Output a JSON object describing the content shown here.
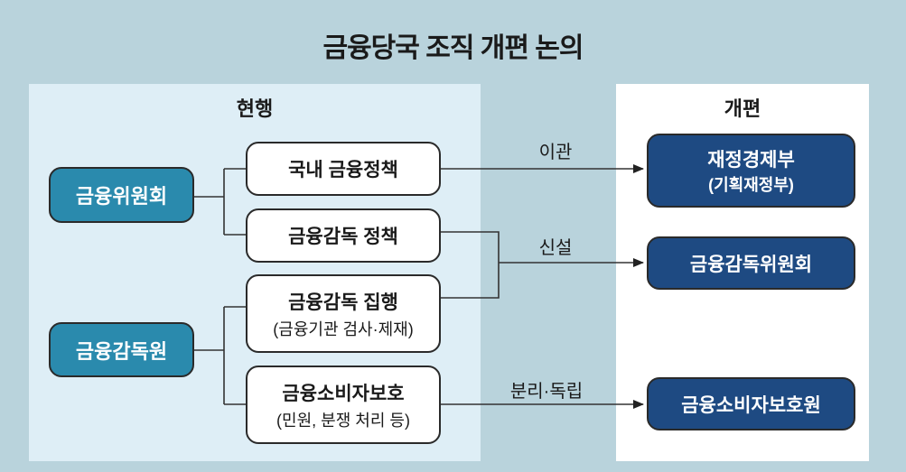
{
  "title": "금융당국 조직 개편 논의",
  "current": {
    "heading": "현행",
    "orgs": [
      "금융위원회",
      "금융감독원"
    ],
    "functions": [
      {
        "name": "국내 금융정책",
        "sub": ""
      },
      {
        "name": "금융감독 정책",
        "sub": ""
      },
      {
        "name": "금융감독 집행",
        "sub": "(금융기관 검사·제재)"
      },
      {
        "name": "금융소비자보호",
        "sub": "(민원, 분쟁 처리 등)"
      }
    ]
  },
  "reform": {
    "heading": "개편",
    "orgs": [
      {
        "name": "재정경제부",
        "sub": "(기획재정부)"
      },
      {
        "name": "금융감독위원회",
        "sub": ""
      },
      {
        "name": "금융소비자보호원",
        "sub": ""
      }
    ]
  },
  "arrows": [
    "이관",
    "신설",
    "분리·독립"
  ],
  "colors": {
    "background": "#b9d3dc",
    "current_panel": "#deeef6",
    "teal": "#2a8aad",
    "navy": "#1e4a82"
  }
}
